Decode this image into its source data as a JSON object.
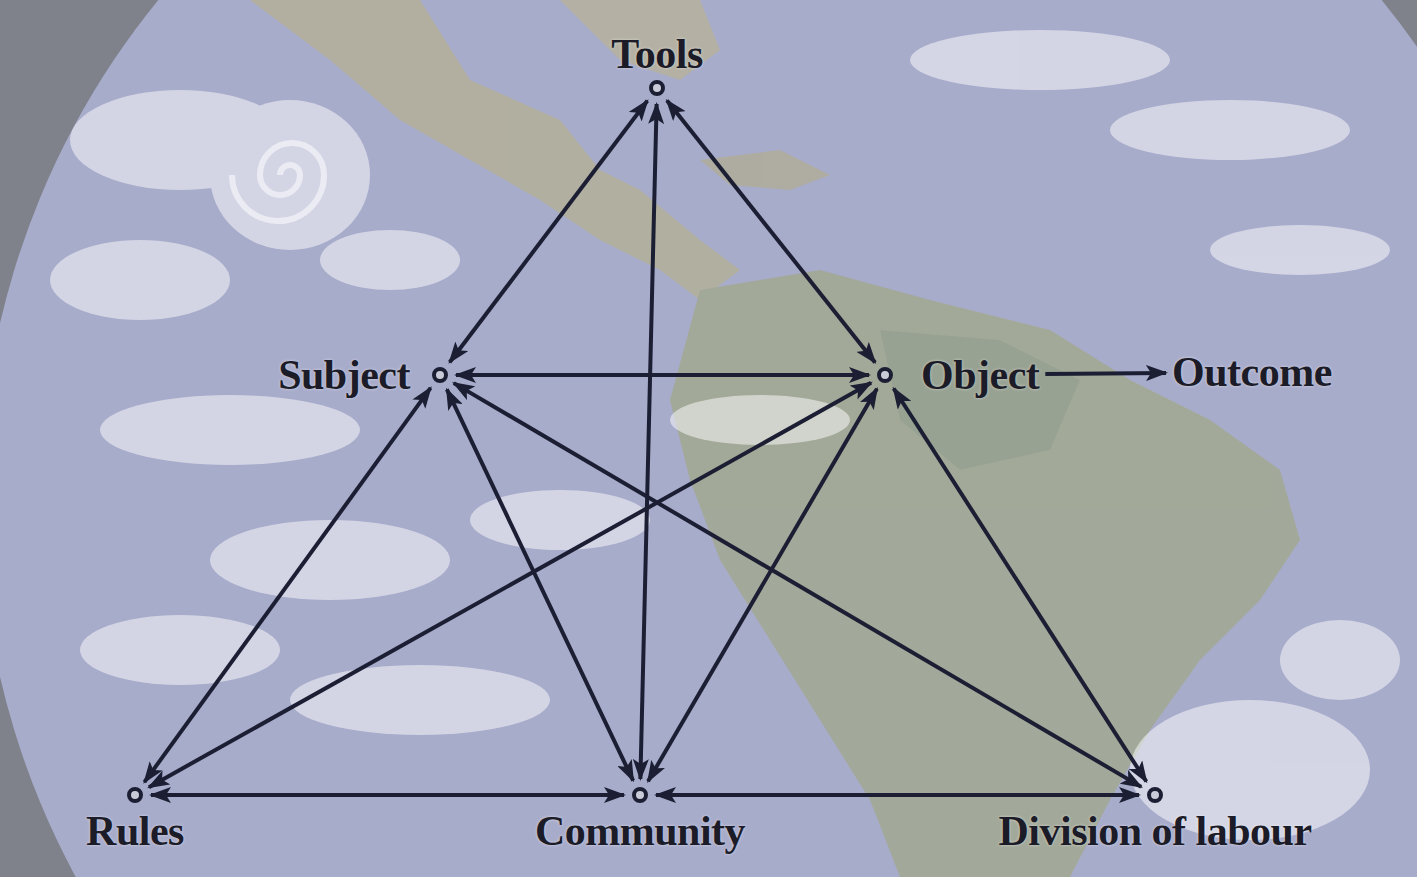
{
  "diagram": {
    "nodes": [
      {
        "text": [
          "Tools"
        ]
      },
      {
        "text": [
          "Subject"
        ]
      },
      {
        "text": [
          "Object"
        ]
      },
      {
        "text": [
          "Outcome"
        ]
      },
      {
        "text": [
          "Rules"
        ]
      },
      {
        "text": [
          "Community"
        ]
      },
      {
        "text": [
          "Division of labour"
        ]
      }
    ],
    "edges": [
      {
        "from": 0,
        "to": 1,
        "arrow": "both"
      },
      {
        "from": 0,
        "to": 2,
        "arrow": "both"
      },
      {
        "from": 0,
        "to": 5,
        "arrow": "both"
      },
      {
        "from": 1,
        "to": 2,
        "arrow": "both"
      },
      {
        "from": 1,
        "to": 4,
        "arrow": "both"
      },
      {
        "from": 1,
        "to": 5,
        "arrow": "both"
      },
      {
        "from": 1,
        "to": 6,
        "arrow": "both"
      },
      {
        "from": 2,
        "to": 4,
        "arrow": "both"
      },
      {
        "from": 2,
        "to": 5,
        "arrow": "both"
      },
      {
        "from": 2,
        "to": 6,
        "arrow": "both"
      },
      {
        "from": 4,
        "to": 5,
        "arrow": "both"
      },
      {
        "from": 5,
        "to": 6,
        "arrow": "both"
      },
      {
        "from": 2,
        "to": 3,
        "arrow": "to"
      }
    ]
  }
}
